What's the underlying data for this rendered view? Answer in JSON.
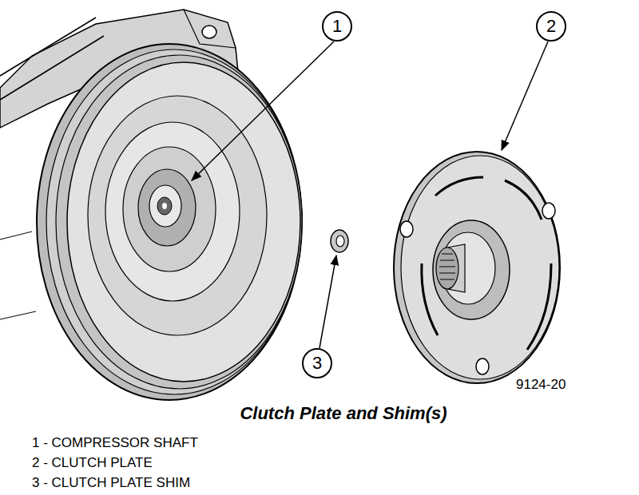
{
  "diagram": {
    "caption": "Clutch Plate and Shim(s)",
    "labels": [
      "1",
      "2",
      "3",
      "9124-20",
      "1 - COMPRESSOR SHAFT",
      "2 - CLUTCH PLATE",
      "3 - CLUTCH PLATE SHIM"
    ]
  }
}
